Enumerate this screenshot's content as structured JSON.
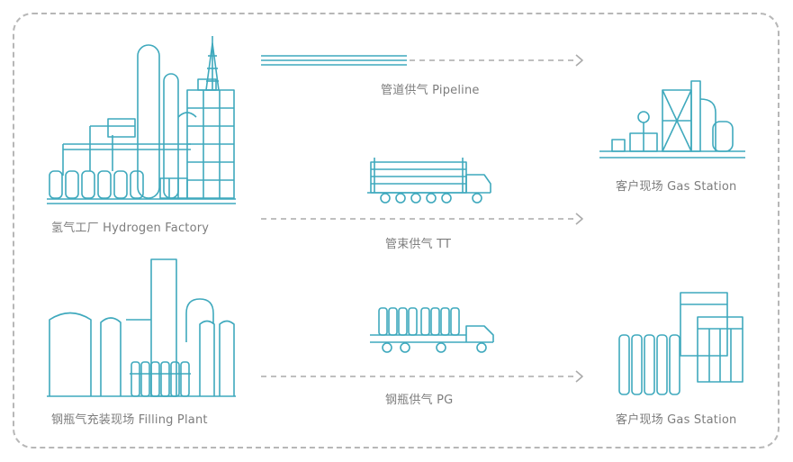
{
  "sources": {
    "hydrogen_factory": "氢气工厂 Hydrogen Factory",
    "filling_plant": "钢瓶气充装现场 Filling Plant"
  },
  "routes": {
    "pipeline": "管道供气 Pipeline",
    "tube_trailer": "管束供气 TT",
    "cylinder": "钢瓶供气 PG"
  },
  "destinations": {
    "gas_station_top": "客户现场 Gas Station",
    "gas_station_bottom": "客户现场 Gas Station"
  },
  "colors": {
    "line_art": "#3fa9bd",
    "label_text": "#7d7d7d",
    "frame": "#b7b7b7",
    "arrow": "#aaaaaa"
  }
}
